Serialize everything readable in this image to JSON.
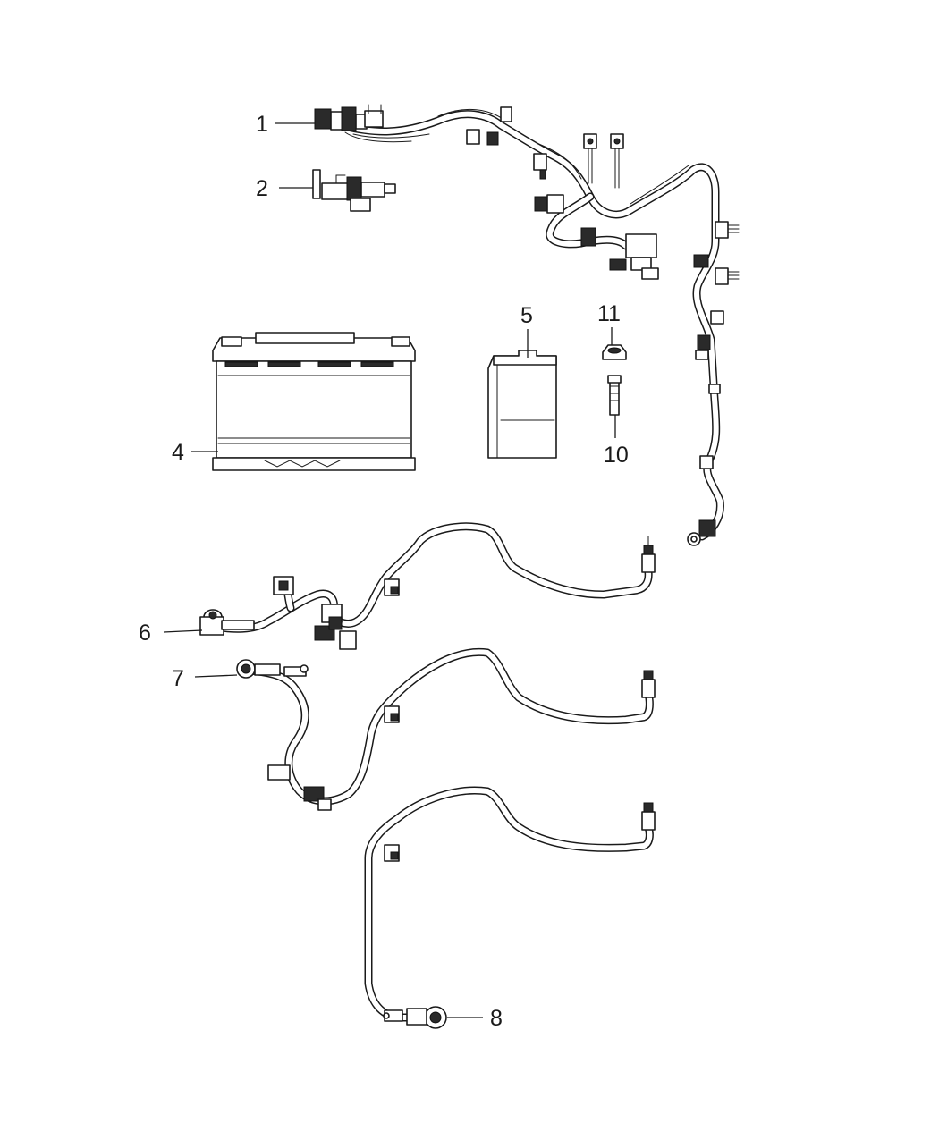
{
  "diagram": {
    "callouts": [
      {
        "id": "1",
        "label": "1"
      },
      {
        "id": "2",
        "label": "2"
      },
      {
        "id": "4",
        "label": "4"
      },
      {
        "id": "5",
        "label": "5"
      },
      {
        "id": "6",
        "label": "6"
      },
      {
        "id": "7",
        "label": "7"
      },
      {
        "id": "8",
        "label": "8"
      },
      {
        "id": "10",
        "label": "10"
      },
      {
        "id": "11",
        "label": "11"
      }
    ],
    "colors": {
      "line": "#1a1a1a",
      "background": "#ffffff"
    }
  }
}
